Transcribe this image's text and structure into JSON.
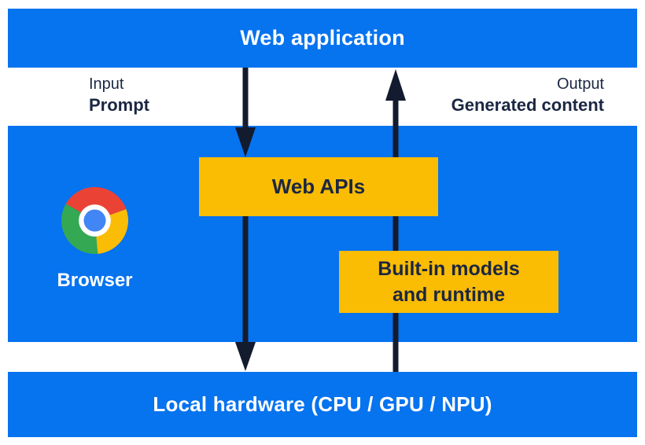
{
  "diagram": {
    "title": "Web application",
    "flow_labels": {
      "input": {
        "line1": "Input",
        "line2": "Prompt"
      },
      "output": {
        "line1": "Output",
        "line2": "Generated content"
      }
    },
    "browser": {
      "label": "Browser",
      "icon": "chrome-icon"
    },
    "boxes": {
      "web_apis": {
        "label": "Web APIs"
      },
      "builtin": {
        "line1": "Built-in models",
        "line2": "and runtime"
      }
    },
    "bottom": {
      "label": "Local hardware (CPU / GPU / NPU)"
    },
    "arrows": [
      {
        "name": "down-arrow",
        "from": "Web application",
        "to": "Web APIs / Local hardware",
        "direction": "down"
      },
      {
        "name": "up-arrow",
        "from": "Local hardware",
        "to": "Web application",
        "direction": "up"
      }
    ]
  },
  "colors": {
    "blue": "#0673EF",
    "yellow": "#FBBC04",
    "text_dark": "#1B2742",
    "arrow": "#131B2E",
    "white": "#FFFFFF",
    "chrome_red": "#EA4335",
    "chrome_green": "#34A853",
    "chrome_yellow": "#FBBC05",
    "chrome_blue": "#4285F4"
  }
}
